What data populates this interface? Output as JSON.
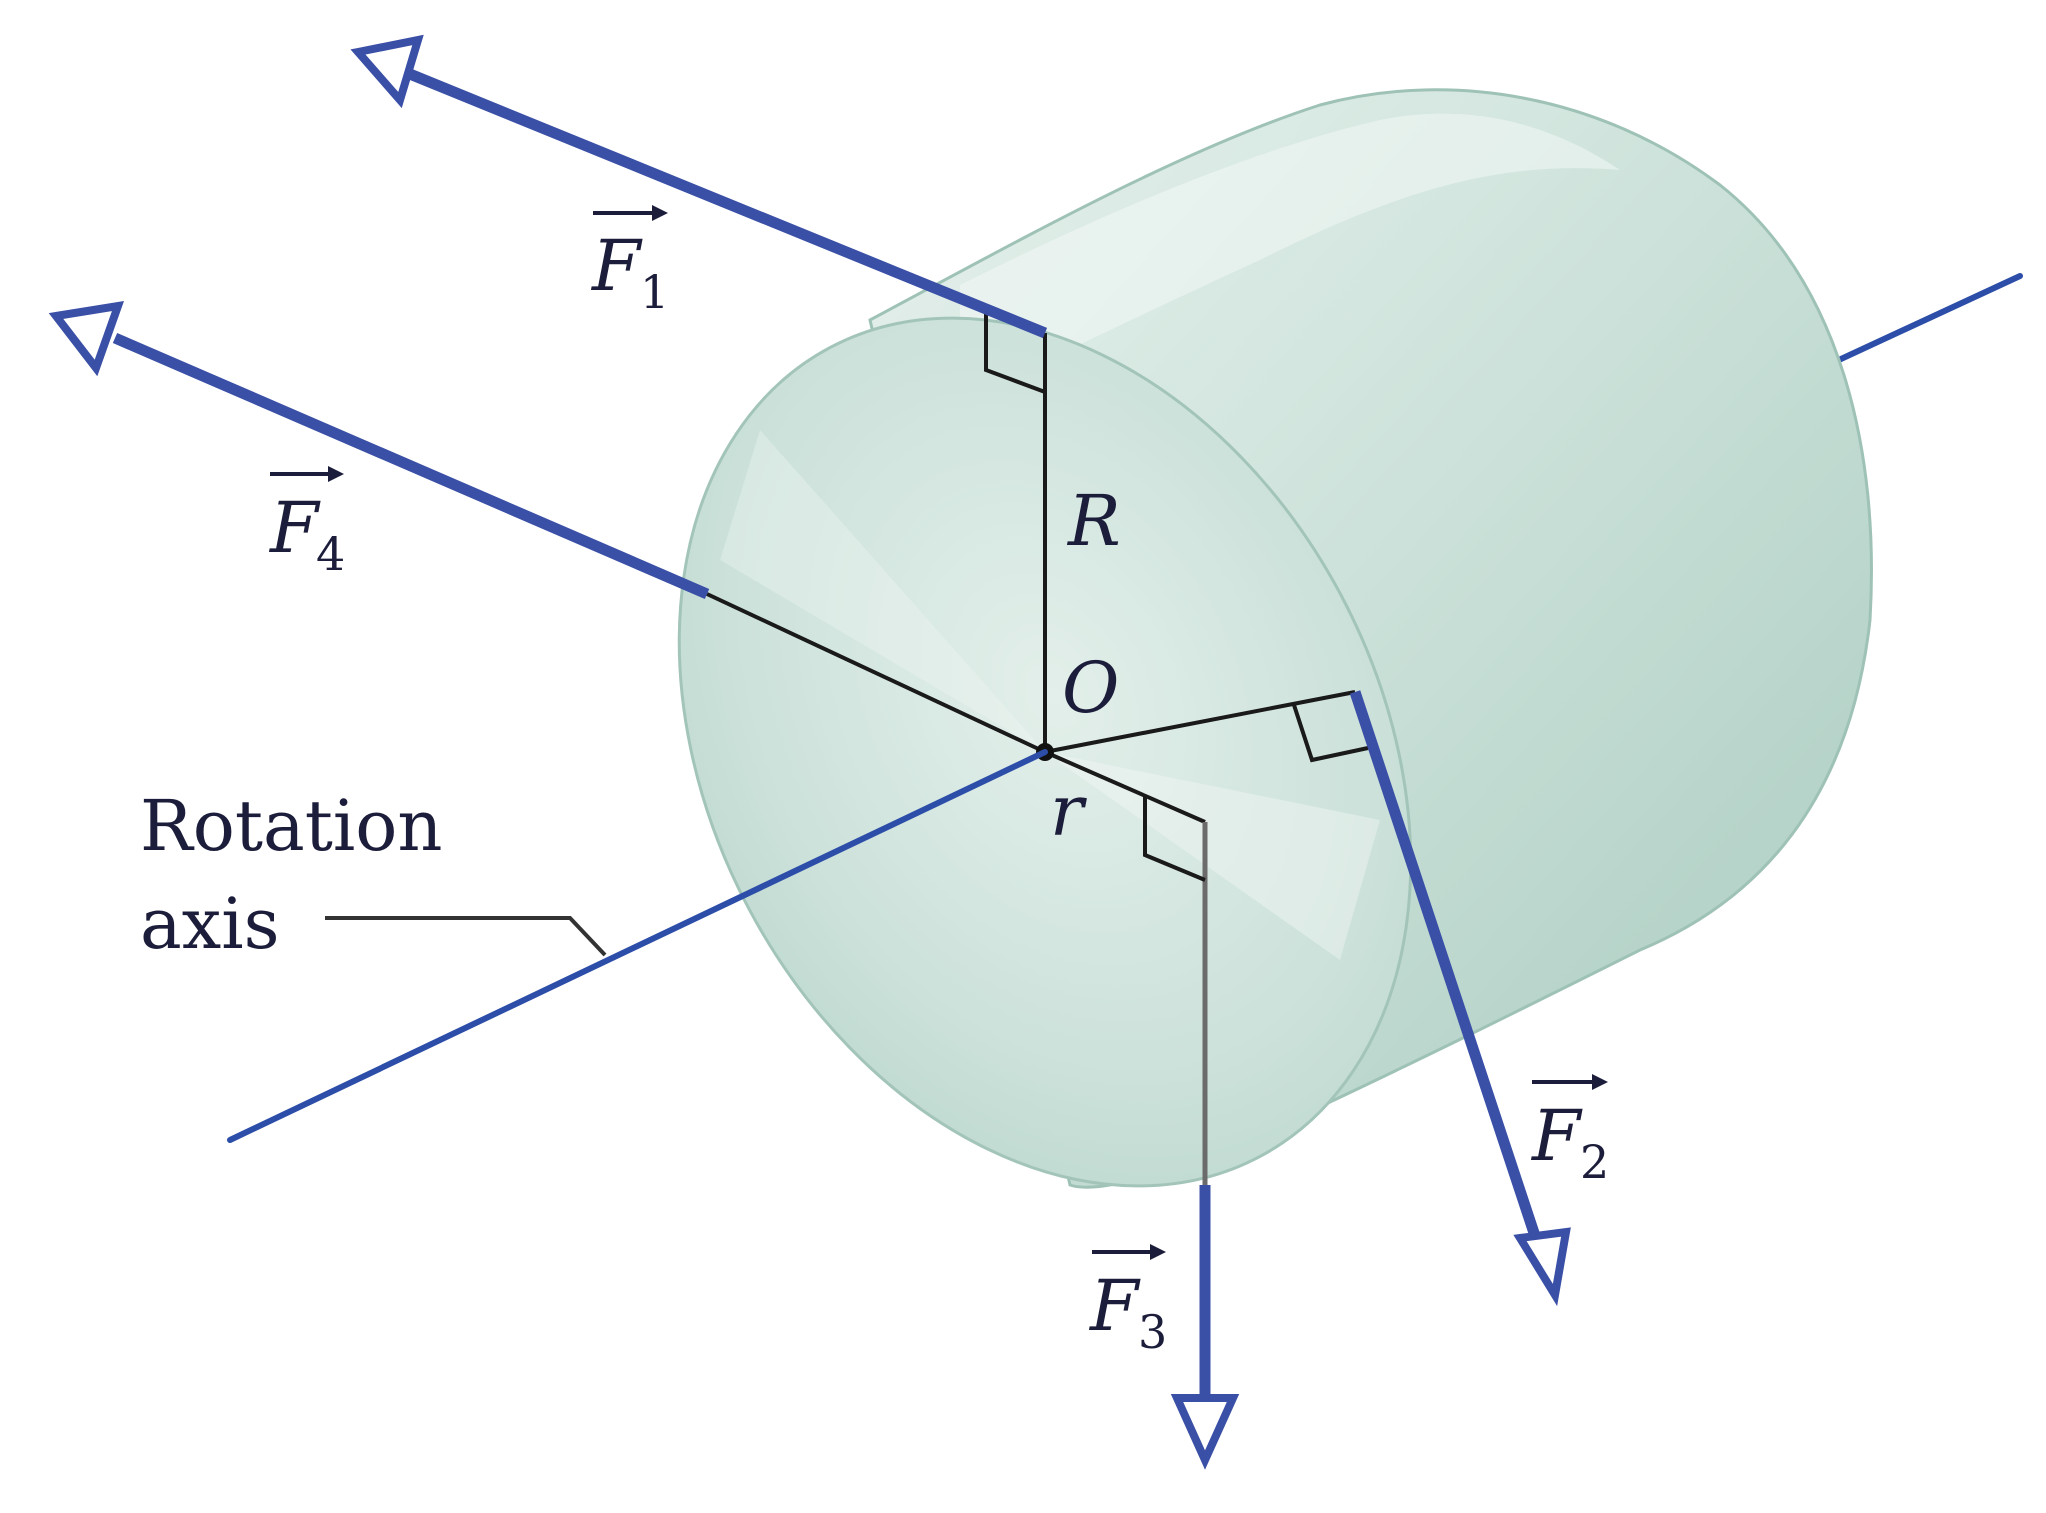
{
  "labels": {
    "f1": {
      "base": "F",
      "sub": "1"
    },
    "f2": {
      "base": "F",
      "sub": "2"
    },
    "f3": {
      "base": "F",
      "sub": "3"
    },
    "f4": {
      "base": "F",
      "sub": "4"
    },
    "big_radius": "R",
    "small_radius": "r",
    "origin": "O",
    "rotation_axis_line1": "Rotation",
    "rotation_axis_line2": "axis"
  },
  "colors": {
    "force_arrow": "#3a4fa6",
    "axis_line": "#2c4ea8",
    "cylinder_face": "#cfe3dc",
    "cylinder_side": "#bcd6cd",
    "radius_line": "#1a1a1a"
  }
}
